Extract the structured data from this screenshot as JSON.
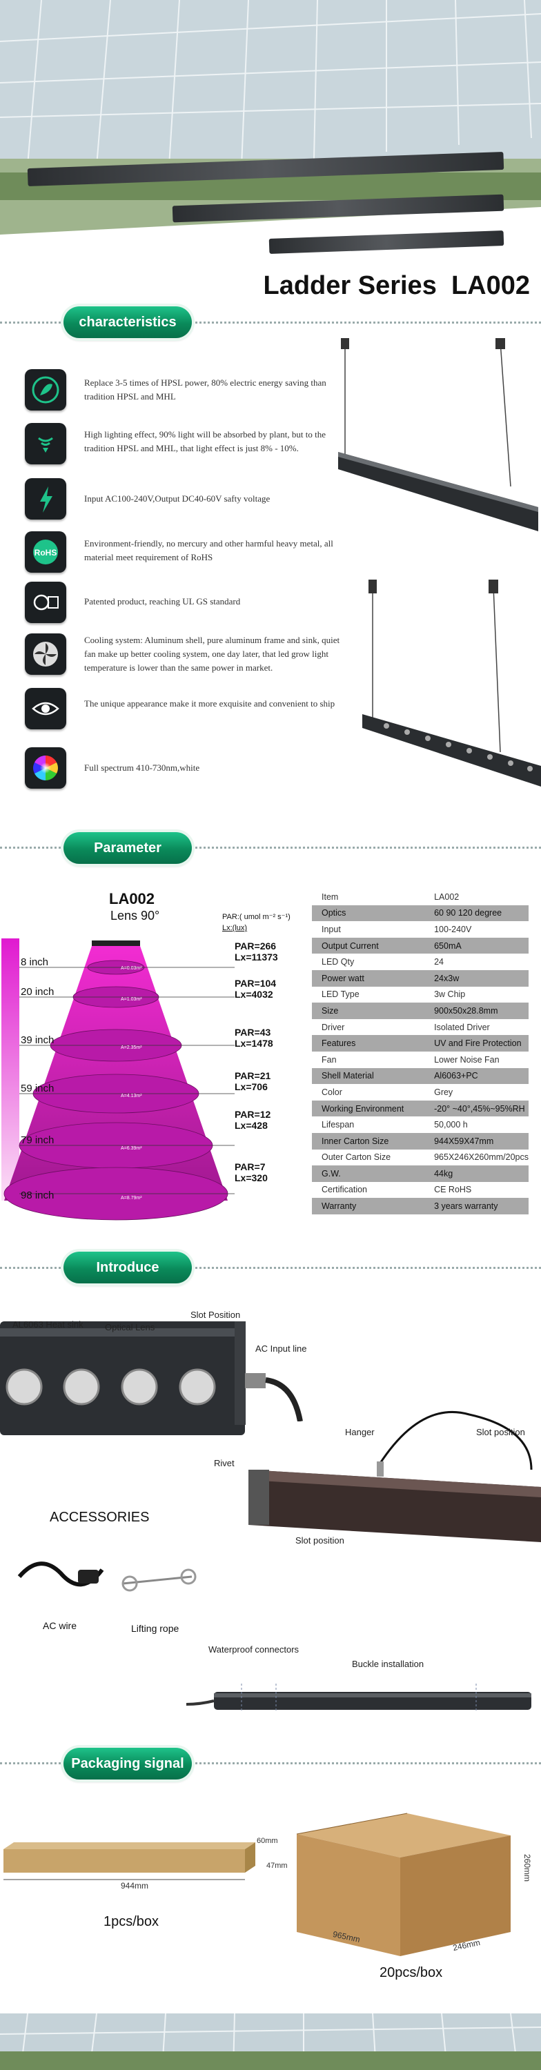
{
  "title": "Ladder Series  LA002",
  "sections": {
    "characteristics": "characteristics",
    "parameter": "Parameter",
    "introduce": "Introduce",
    "packaging": "Packaging signal"
  },
  "features": [
    {
      "icon": "leaf-icon",
      "text": "Replace 3-5 times of HPSL power, 80% electric energy saving than  tradition HPSL and MHL"
    },
    {
      "icon": "signal-icon",
      "text": "High lighting effect, 90% light will be absorbed by plant, but to the tradition HPSL and MHL, that light effect is just 8% - 10%."
    },
    {
      "icon": "lightning-icon",
      "text": "Input AC100-240V,Output DC40-60V safty voltage"
    },
    {
      "icon": "rohs-icon",
      "text": "Environment-friendly, no mercury and other harmful heavy metal, all material meet requirement of RoHS"
    },
    {
      "icon": "ul-gs-icon",
      "text": "Patented product, reaching UL GS standard"
    },
    {
      "icon": "fan-icon",
      "text": "Cooling system: Aluminum shell, pure aluminum frame and sink, quiet fan make up better cooling system, one day later, that led grow light temperature is lower than the same power in market."
    },
    {
      "icon": "eye-icon",
      "text": "The unique appearance make it more exquisite and convenient to ship"
    },
    {
      "icon": "color-wheel-icon",
      "text": "Full spectrum 410-730nm,white"
    }
  ],
  "diagram": {
    "model": "LA002",
    "lens": "Lens 90°",
    "par_unit": "PAR:( umol m⁻² s⁻¹)",
    "lx_unit": "Lx:(lux)",
    "heights": [
      "8 inch",
      "20 inch",
      "39 inch",
      "59 inch",
      "79 inch",
      "98 inch"
    ],
    "readings": [
      {
        "par": "PAR=266",
        "lx": "Lx=11373"
      },
      {
        "par": "PAR=104",
        "lx": "Lx=4032"
      },
      {
        "par": "PAR=43",
        "lx": "Lx=1478"
      },
      {
        "par": "PAR=21",
        "lx": "Lx=706"
      },
      {
        "par": "PAR=12",
        "lx": "Lx=428"
      },
      {
        "par": "PAR=7",
        "lx": "Lx=320"
      }
    ],
    "areas": [
      "A=0.03m²",
      "A=1.03m²",
      "A=2.35m²",
      "A=4.13m²",
      "A=6.39m²",
      "A=8.79m²"
    ]
  },
  "spec": [
    [
      "Item",
      "LA002"
    ],
    [
      "Optics",
      "60 90 120 degree"
    ],
    [
      "Input",
      "100-240V"
    ],
    [
      "Output Current",
      "650mA"
    ],
    [
      "LED Qty",
      "24"
    ],
    [
      "Power watt",
      "24x3w"
    ],
    [
      "LED Type",
      "3w Chip"
    ],
    [
      "Size",
      "900x50x28.8mm"
    ],
    [
      "Driver",
      "Isolated Driver"
    ],
    [
      "Features",
      "UV and Fire Protection"
    ],
    [
      "Fan",
      "Lower Noise Fan"
    ],
    [
      "Shell Material",
      "Al6063+PC"
    ],
    [
      "Color",
      "Grey"
    ],
    [
      "Working Environment",
      "-20° ~40°,45%~95%RH"
    ],
    [
      "Lifespan",
      "50,000 h"
    ],
    [
      "Inner Carton Size",
      "944X59X47mm"
    ],
    [
      "Outer Carton Size",
      "965X246X260mm/20pcs"
    ],
    [
      "G.W.",
      "44kg"
    ],
    [
      "Certification",
      "CE RoHS"
    ],
    [
      "Warranty",
      "3 years warranty"
    ]
  ],
  "introduce": {
    "heat_sink": "AL6063 Heat sink",
    "optical_lens": "Optical Lens",
    "slot_position": "Slot Position",
    "ac_input": "AC Input line",
    "hanger": "Hanger",
    "slot_position_2": "Slot position",
    "rivet": "Rivet",
    "slot_position_3": "Slot position",
    "accessories": "ACCESSORIES",
    "ac_wire": "AC wire",
    "lifting_rope": "Lifting rope",
    "waterproof": "Waterproof connectors",
    "buckle": "Buckle installation"
  },
  "packaging": {
    "len": "944mm",
    "h1": "60mm",
    "h2": "47mm",
    "single": "1pcs/box",
    "box_w": "965mm",
    "box_d": "246mm",
    "box_h": "260mm",
    "multi": "20pcs/box"
  }
}
